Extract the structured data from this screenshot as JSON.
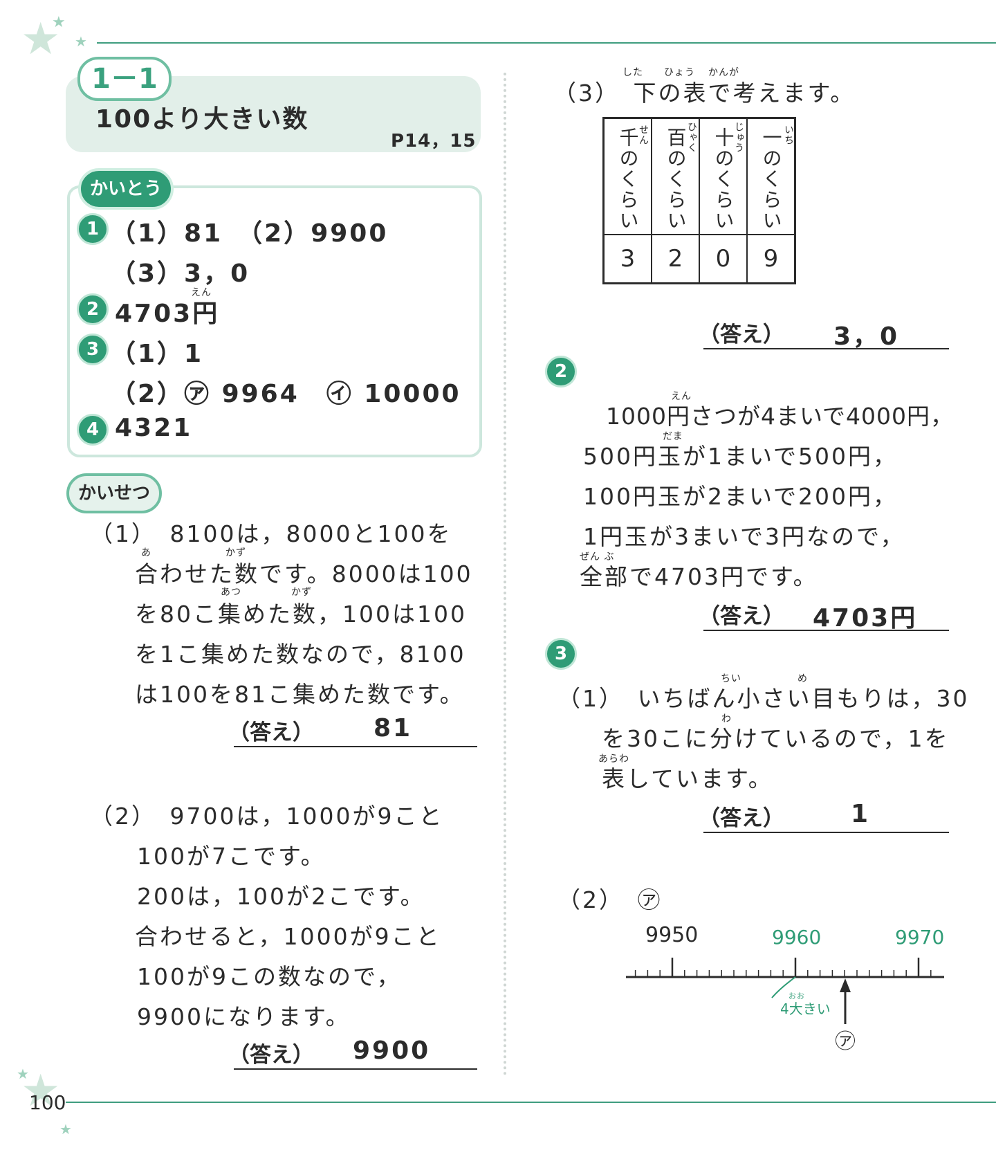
{
  "header": {
    "unit_num": "1－1",
    "title": "100より大きい数",
    "pages": "P14，15"
  },
  "answers": {
    "label": "かいとう",
    "items": [
      {
        "num": "1",
        "lines": [
          "（1）81　（2）9900",
          "（3）3，0"
        ]
      },
      {
        "num": "2",
        "lines": [
          "4703円"
        ],
        "ruby": "えん"
      },
      {
        "num": "3",
        "lines": [
          "（1）1",
          "（2）㋐ 9964　㋑ 10000"
        ]
      },
      {
        "num": "4",
        "lines": [
          "4321"
        ]
      }
    ]
  },
  "explanation": {
    "label": "かいせつ",
    "q1": {
      "part1": {
        "lines": [
          "（1）　8100は，8000と100を",
          "合わせた数です。8000は100",
          "を80こ集めた数，100は100",
          "を1こ集めた数なので，8100",
          "は100を81こ集めた数です。"
        ],
        "ruby": [
          "あ",
          "かず",
          "あつ",
          "かず"
        ],
        "answer_label": "（答え）",
        "answer": "81"
      },
      "part2": {
        "lines": [
          "（2）　9700は，1000が9こと",
          "100が7こです。",
          "200は，100が2こです。",
          "合わせると，1000が9こと",
          "100が9この数なので，",
          "9900になります。"
        ],
        "answer_label": "（答え）",
        "answer": "9900"
      },
      "part3": {
        "intro": "（3）　下の表で考えます。",
        "ruby": [
          "した",
          "ひょう",
          "かんが"
        ],
        "table_headers": [
          "千のくらい",
          "百のくらい",
          "十のくらい",
          "一のくらい"
        ],
        "table_ruby": [
          "せん",
          "ひゃく",
          "じゅう",
          "いち"
        ],
        "table_values": [
          "3",
          "2",
          "0",
          "9"
        ],
        "answer_label": "（答え）",
        "answer": "3，0"
      }
    },
    "q2": {
      "num": "2",
      "lines": [
        "1000円さつが4まいで4000円，",
        "500円玉が1まいで500円，",
        "100円玉が2まいで200円，",
        "1円玉が3まいで3円なので，",
        "全部で4703円です。"
      ],
      "ruby": [
        "えん",
        "だま",
        "ぜん ぶ"
      ],
      "answer_label": "（答え）",
      "answer": "4703円"
    },
    "q3": {
      "num": "3",
      "part1": {
        "lines": [
          "（1）　いちばん小さい目もりは，30",
          "を30こに分けているので，1を",
          "表しています。"
        ],
        "ruby": [
          "ちい",
          "め",
          "わ",
          "あらわ"
        ],
        "answer_label": "（答え）",
        "answer": "1"
      },
      "part2": {
        "label": "（2）　㋐",
        "number_line": {
          "labels": [
            "9950",
            "9960",
            "9970"
          ],
          "note": "4大きい",
          "note_ruby": "おお",
          "marker": "㋐"
        }
      }
    }
  },
  "page_number": "100"
}
